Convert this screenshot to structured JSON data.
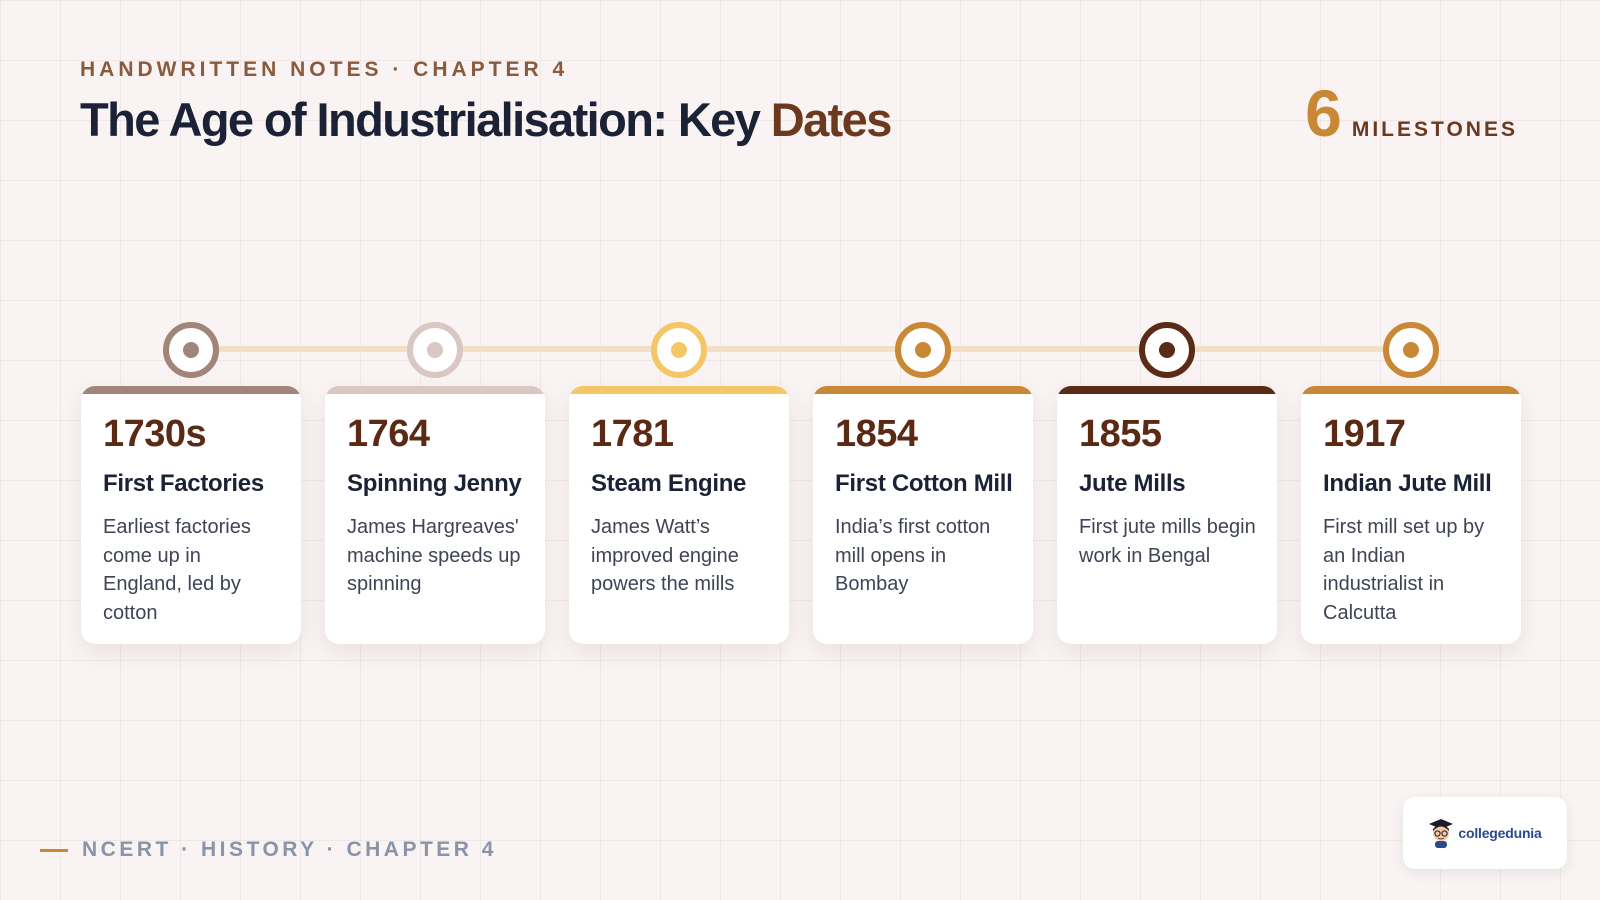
{
  "header": {
    "eyebrow": "HANDWRITTEN NOTES · CHAPTER 4",
    "title_main": "The Age of Industrialisation: Key",
    "title_accent": "Dates",
    "milestone_count": "6",
    "milestone_label": "MILESTONES"
  },
  "timeline": {
    "events": [
      {
        "year": "1730s",
        "name": "First Factories",
        "desc": "Earliest factories come up in England, led by cotton",
        "color": "#a1847a"
      },
      {
        "year": "1764",
        "name": "Spinning Jenny",
        "desc": "James Hargreaves' machine speeds up spinning",
        "color": "#d8c7c2"
      },
      {
        "year": "1781",
        "name": "Steam Engine",
        "desc": "James Watt’s improved engine powers the mills",
        "color": "#f4c766"
      },
      {
        "year": "1854",
        "name": "First Cotton Mill",
        "desc": "India’s first cotton mill opens in Bombay",
        "color": "#c98835"
      },
      {
        "year": "1855",
        "name": "Jute Mills",
        "desc": "First jute mills begin work in Bengal",
        "color": "#5a2c18"
      },
      {
        "year": "1917",
        "name": "Indian Jute Mill",
        "desc": "First mill set up by an Indian industrialist in Calcutta",
        "color": "#c98835"
      }
    ]
  },
  "footer": {
    "text": "NCERT · HISTORY · CHAPTER 4"
  },
  "logo": {
    "wordmark": "collegedunia",
    "icon": "student-mascot-icon"
  }
}
